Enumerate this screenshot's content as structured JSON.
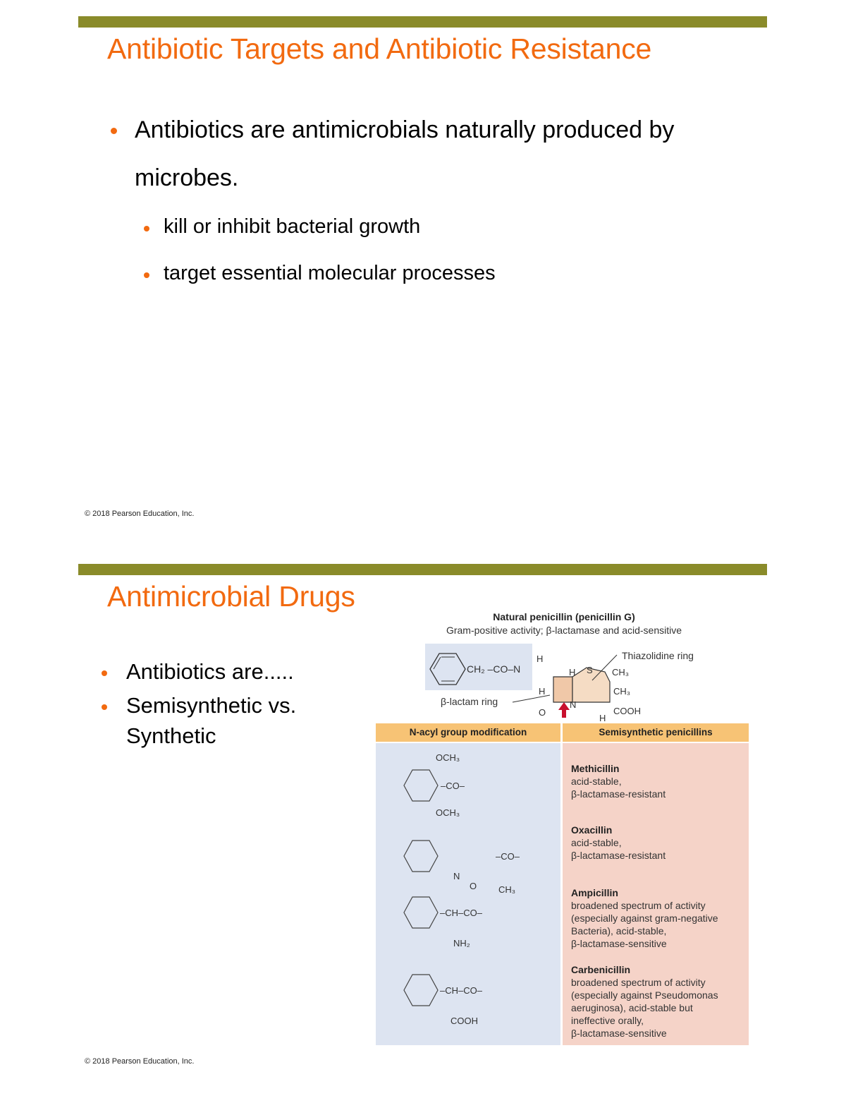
{
  "slide1": {
    "title": "Antibiotic Targets and Antibiotic Resistance",
    "bullets": [
      {
        "line1": "Antibiotics are antimicrobials naturally produced by",
        "line2": "microbes."
      }
    ],
    "sub_bullets": [
      "kill or inhibit bacterial growth",
      "target essential molecular processes"
    ],
    "copyright": "© 2018 Pearson Education, Inc."
  },
  "slide2": {
    "title": "Antimicrobial Drugs",
    "bullets": [
      "Antibiotics are.....",
      "Semisynthetic vs.",
      "Synthetic"
    ],
    "copyright": "© 2018 Pearson Education, Inc.",
    "figure": {
      "title": "Natural penicillin (penicillin G)",
      "subtitle": "Gram-positive activity; β-lactamase and acid-sensitive",
      "labels": {
        "thiazolidine": "Thiazolidine ring",
        "beta_lactam": "β-lactam ring"
      },
      "table_headers": [
        "N-acyl group modification",
        "Semisynthetic penicillins"
      ],
      "drugs": [
        {
          "name": "Methicillin",
          "desc": [
            "acid-stable,",
            "β-lactamase-resistant"
          ]
        },
        {
          "name": "Oxacillin",
          "desc": [
            "acid-stable,",
            "β-lactamase-resistant"
          ]
        },
        {
          "name": "Ampicillin",
          "desc": [
            "broadened spectrum of activity",
            "(especially against gram-negative",
            "Bacteria), acid-stable,",
            "β-lactamase-sensitive"
          ]
        },
        {
          "name": "Carbenicillin",
          "desc": [
            "broadened spectrum of activity",
            "(especially against Pseudomonas",
            "aeruginosa), acid-stable but",
            "ineffective orally,",
            "β-lactamase-sensitive"
          ]
        }
      ]
    }
  },
  "colors": {
    "accent_bar": "#8a8b2a",
    "title": "#f26a10",
    "table_header": "#f7c375",
    "left_col": "#dde4f1",
    "right_col": "#f5d3c8"
  }
}
